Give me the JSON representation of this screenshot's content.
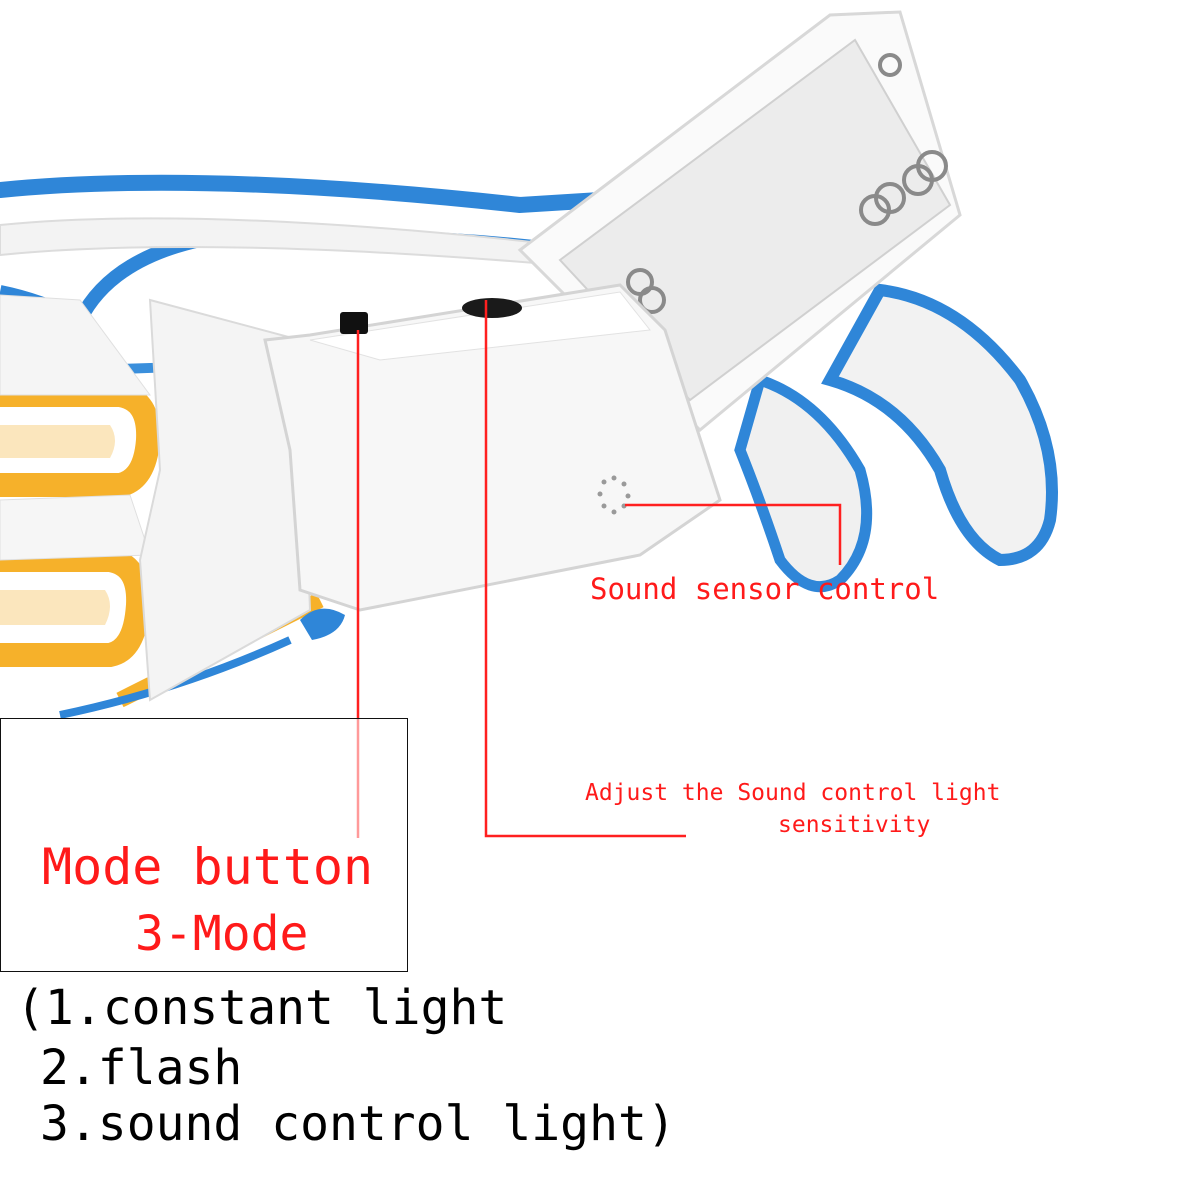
{
  "colors": {
    "label_red": "#ff1a1a",
    "leader_line": "#ff2020",
    "list_text": "#000000",
    "frame_blue": "#2f86d8",
    "lens_orange": "#f6b12a",
    "housing_white": "#f4f4f4"
  },
  "labels": {
    "sound_sensor": "Sound sensor control",
    "adjust_line1": "Adjust the Sound control light",
    "adjust_line2": "sensitivity",
    "mode_title": "Mode button",
    "mode_count": "3-Mode"
  },
  "modes": [
    "(1.constant light",
    "2.flash",
    "3.sound control light)"
  ],
  "icons": {
    "mode_button": "black-slide-switch",
    "sensitivity_knob": "dial-knob",
    "microphone": "mic-holes"
  }
}
